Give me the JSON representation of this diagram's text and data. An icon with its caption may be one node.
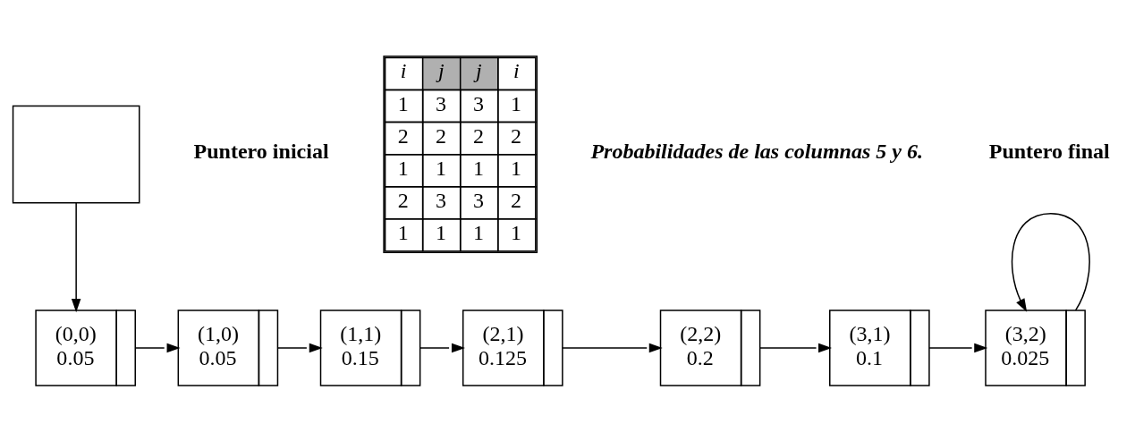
{
  "diagram": {
    "nodes": [
      {
        "text": [],
        "shape": "box",
        "beside": [
          "Puntero inicial"
        ]
      },
      {
        "text": [
          "(0,0)",
          "0.05"
        ]
      },
      {
        "text": [
          "(1,0)",
          "0.05"
        ]
      },
      {
        "text": [
          "(1,1)",
          "0.15"
        ]
      },
      {
        "text": [
          "(2,1)",
          "0.125"
        ]
      },
      {
        "text": [
          "(2,2)",
          "0.2"
        ]
      },
      {
        "text": [
          "(3,1)",
          "0.1"
        ]
      },
      {
        "text": [
          "(3,2)",
          "0.025"
        ]
      }
    ],
    "edges": [
      {
        "from": 0,
        "to": 1,
        "arrow": "to"
      },
      {
        "from": 1,
        "to": 2,
        "arrow": "to"
      },
      {
        "from": 2,
        "to": 3,
        "arrow": "to"
      },
      {
        "from": 3,
        "to": 4,
        "arrow": "to"
      },
      {
        "from": 4,
        "to": 5,
        "arrow": "to"
      },
      {
        "from": 5,
        "to": 6,
        "arrow": "to"
      },
      {
        "from": 6,
        "to": 7,
        "arrow": "to"
      },
      {
        "from": 7,
        "to": 7,
        "arrow": "to"
      }
    ],
    "labels": [
      "i",
      "j",
      "j",
      "i",
      "1",
      "3",
      "3",
      "1",
      "2",
      "2",
      "2",
      "2",
      "1",
      "1",
      "1",
      "1",
      "2",
      "3",
      "3",
      "2",
      "1",
      "1",
      "1",
      "1",
      "Probabilidades de las columnas 5 y 6.",
      "Puntero final"
    ]
  }
}
